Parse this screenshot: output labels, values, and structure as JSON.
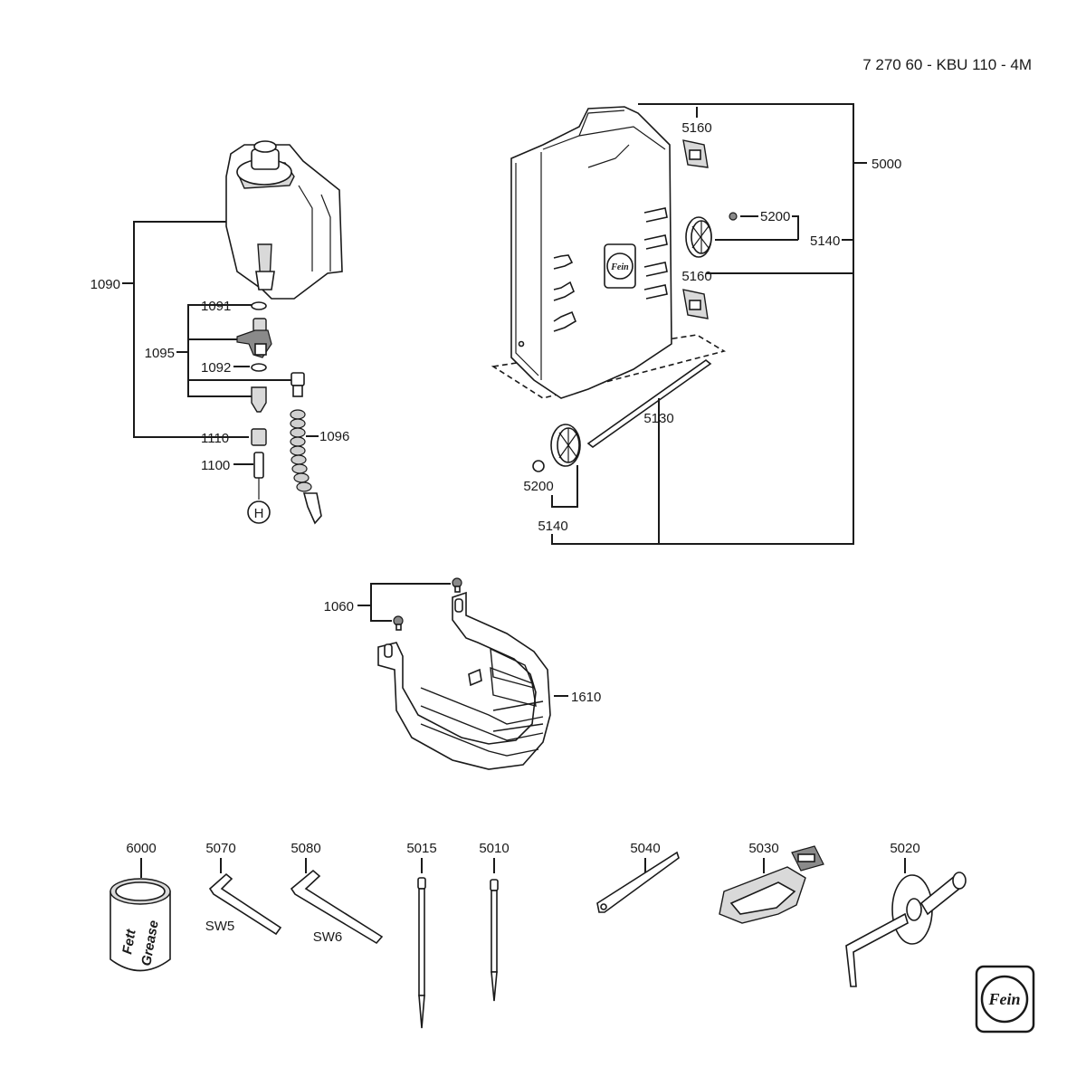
{
  "header": {
    "title": "7 270 60 - KBU 110 - 4M"
  },
  "labels": {
    "p1090": "1090",
    "p1091": "1091",
    "p1095": "1095",
    "p1092": "1092",
    "p1096": "1096",
    "p1110": "1110",
    "p1100": "1100",
    "pH": "H",
    "p5000": "5000",
    "p5160a": "5160",
    "p5160b": "5160",
    "p5200a": "5200",
    "p5140a": "5140",
    "p5130": "5130",
    "p5200b": "5200",
    "p5140b": "5140",
    "p1060": "1060",
    "p1610": "1610",
    "p6000": "6000",
    "p5070": "5070",
    "p5080": "5080",
    "p5015": "5015",
    "p5010": "5010",
    "p5040": "5040",
    "p5030": "5030",
    "p5020": "5020",
    "sw5": "SW5",
    "sw6": "SW6",
    "grease_can_1": "Fett",
    "grease_can_2": "Grease",
    "logo_case": "Fein",
    "logo_corner": "Fein"
  }
}
